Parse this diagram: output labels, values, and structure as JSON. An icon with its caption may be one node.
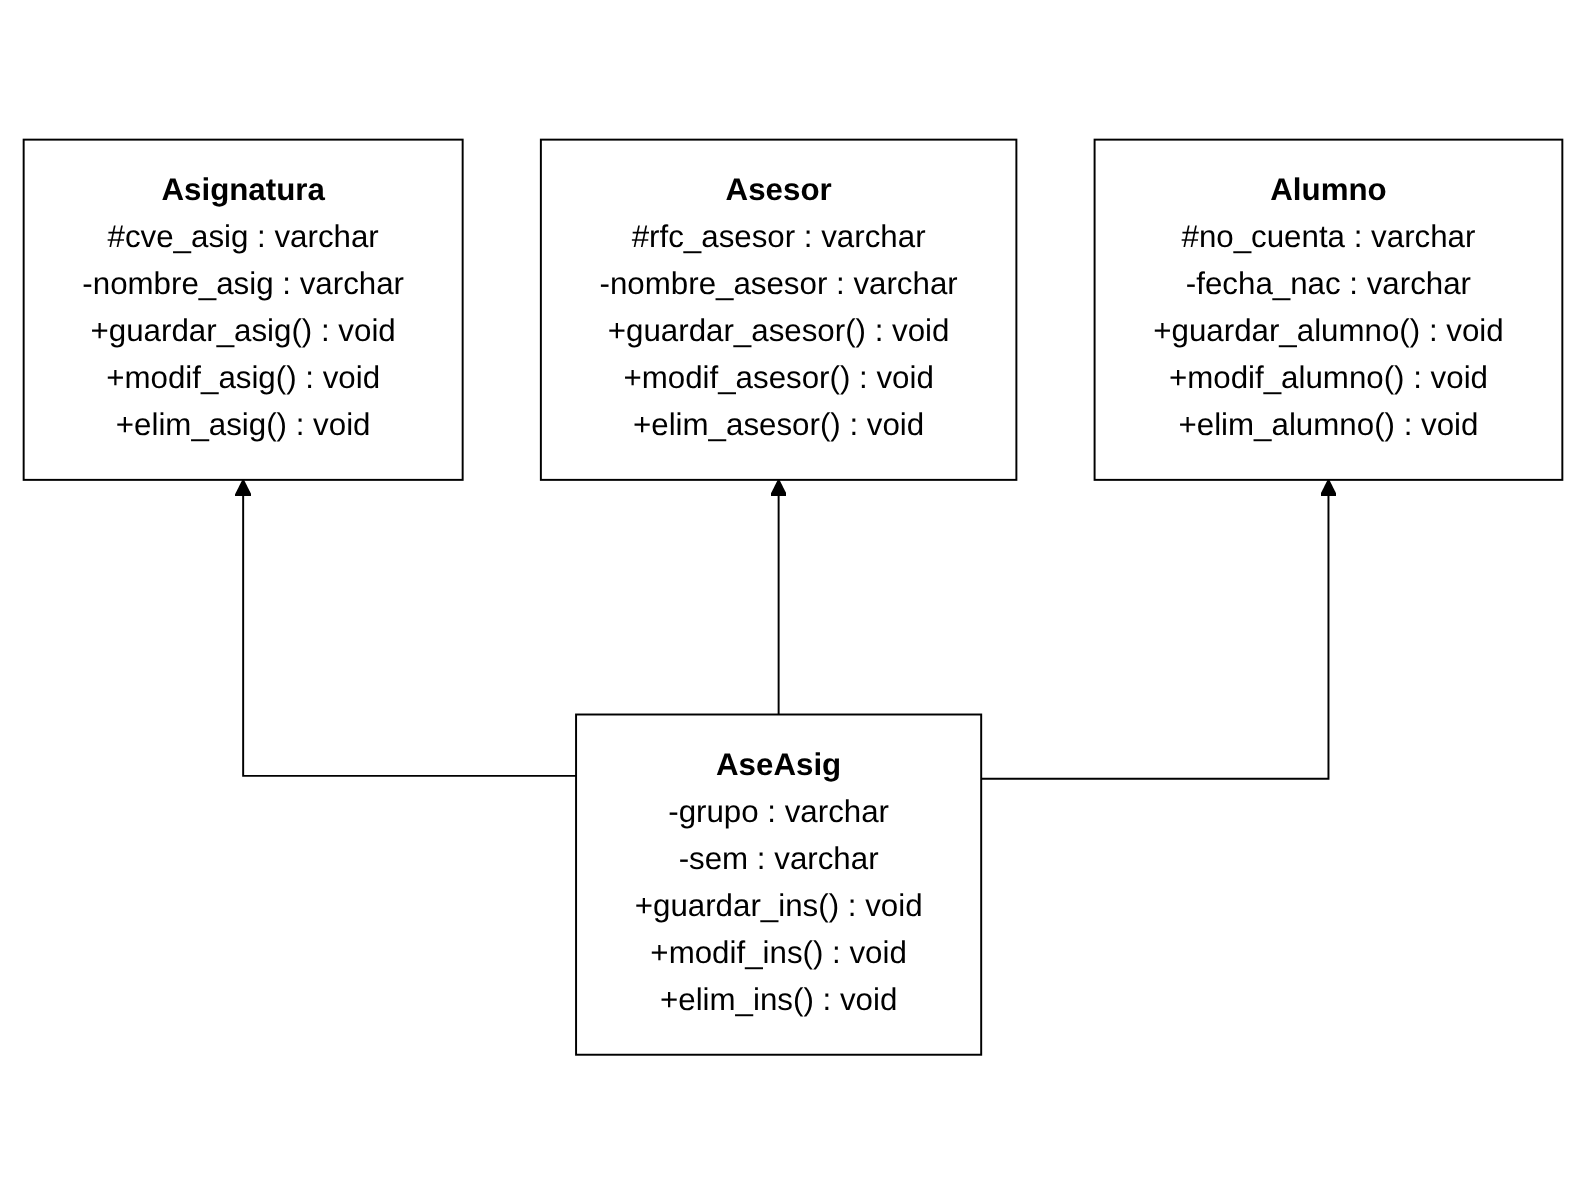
{
  "diagram": {
    "nodes": [
      {
        "text": [
          "Asignatura",
          "#cve_asig : varchar",
          "-nombre_asig : varchar",
          "+guardar_asig() : void",
          "+modif_asig() : void",
          "+elim_asig() : void"
        ]
      },
      {
        "text": [
          "Asesor",
          "#rfc_asesor : varchar",
          "-nombre_asesor : varchar",
          "+guardar_asesor() : void",
          "+modif_asesor() : void",
          "+elim_asesor() : void"
        ]
      },
      {
        "text": [
          "Alumno",
          "#no_cuenta : varchar",
          "-fecha_nac : varchar",
          "+guardar_alumno() : void",
          "+modif_alumno() : void",
          "+elim_alumno() : void"
        ]
      },
      {
        "text": [
          "AseAsig",
          "-grupo : varchar",
          "-sem : varchar",
          "+guardar_ins() : void",
          "+modif_ins() : void",
          "+elim_ins() : void"
        ]
      }
    ],
    "edges": [
      {
        "from": 3,
        "to": 0,
        "arrow": "to"
      },
      {
        "from": 3,
        "to": 1,
        "arrow": "to"
      },
      {
        "from": 3,
        "to": 2,
        "arrow": "to"
      }
    ]
  }
}
